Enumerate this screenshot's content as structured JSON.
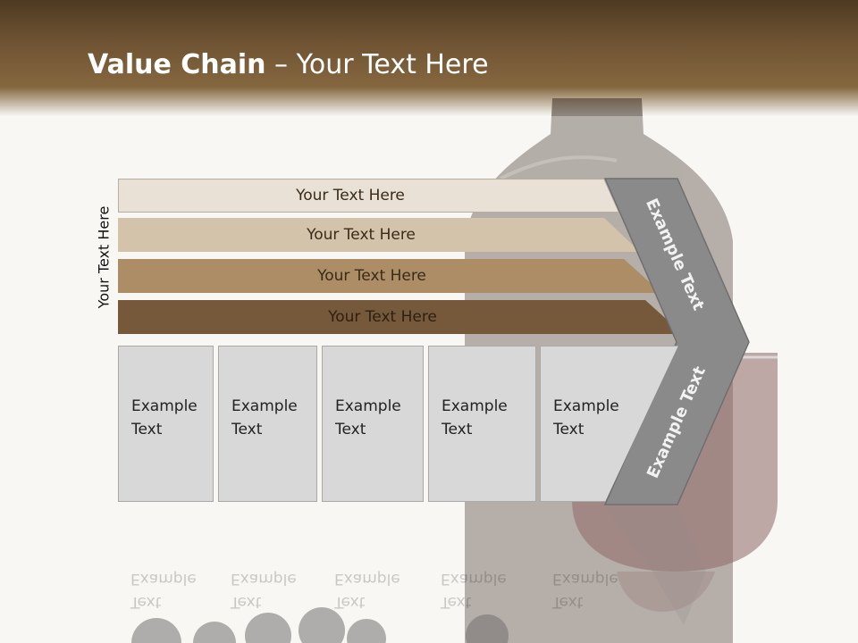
{
  "slide": {
    "title_bold": "Value Chain",
    "title_rest": " – Your Text Here",
    "side_label": "Your Text Here"
  },
  "bars": [
    {
      "label": "Your Text Here"
    },
    {
      "label": "Your Text Here"
    },
    {
      "label": "Your Text Here"
    },
    {
      "label": "Your Text Here"
    }
  ],
  "columns": [
    {
      "line1": "Example",
      "line2": "Text"
    },
    {
      "line1": "Example",
      "line2": "Text"
    },
    {
      "line1": "Example",
      "line2": "Text"
    },
    {
      "line1": "Example",
      "line2": "Text"
    },
    {
      "line1": "Example",
      "line2": "Text"
    }
  ],
  "chevron": {
    "upper": "Example Text",
    "lower": "Example Text",
    "fill": "#8a8a8a"
  },
  "colors": {
    "header": "#6e5333",
    "bar1": "#e9e1d6",
    "bar2": "#d4c3ab",
    "bar3": "#ac8d66",
    "bar4": "#76593a",
    "column": "#d8d8d8"
  },
  "icons": [
    "wine-bottle-image",
    "wine-glass-image",
    "grapes-image"
  ]
}
